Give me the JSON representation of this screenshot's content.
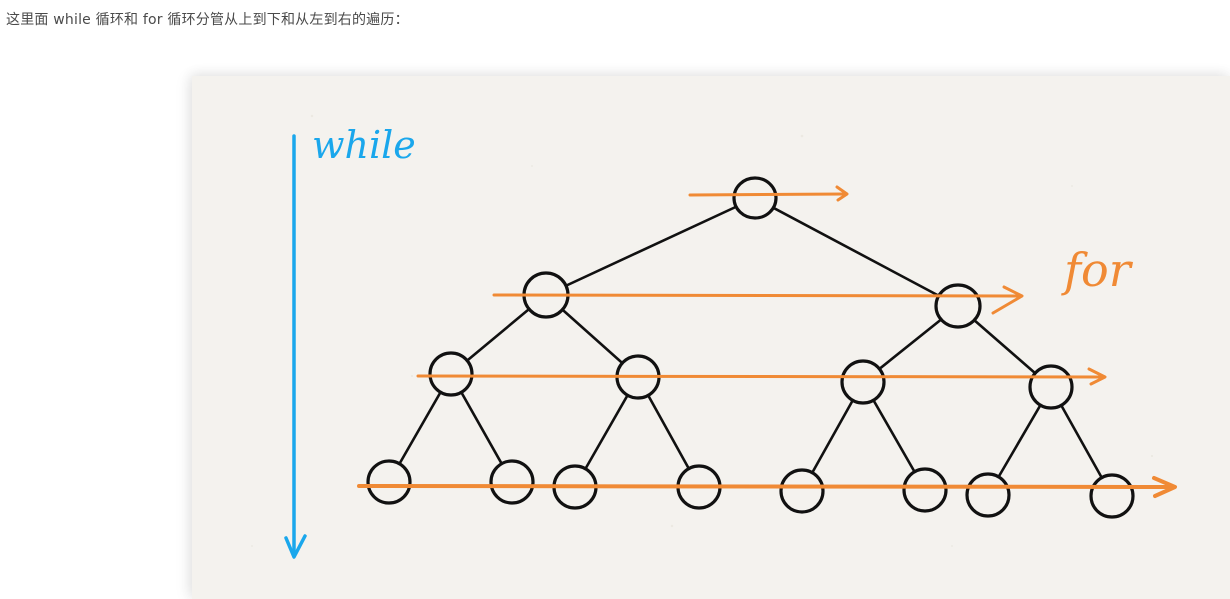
{
  "caption": "这里面 while 循环和 for 循环分管从上到下和从左到右的遍历：",
  "diagram": {
    "while_label": "while",
    "for_label": "for",
    "colors": {
      "while_arrow": "#1aa7ec",
      "for_arrow": "#f08a35",
      "node_stroke": "#111111",
      "edge": "#111111",
      "paper": "#f4f2ee"
    },
    "tree_levels": 4,
    "node_count": 15
  }
}
